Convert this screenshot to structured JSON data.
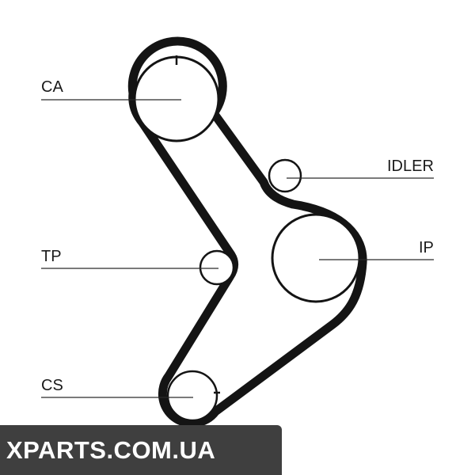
{
  "labels": {
    "ca": "CA",
    "idler": "IDLER",
    "tp": "TP",
    "ip": "IP",
    "cs": "CS"
  },
  "watermark": {
    "text": "XPARTS.COM.UA"
  },
  "colors": {
    "belt": "#141414",
    "line": "#2a2a2a",
    "watermark_bg": "#3f3f3f",
    "watermark_text": "#ffffff"
  }
}
